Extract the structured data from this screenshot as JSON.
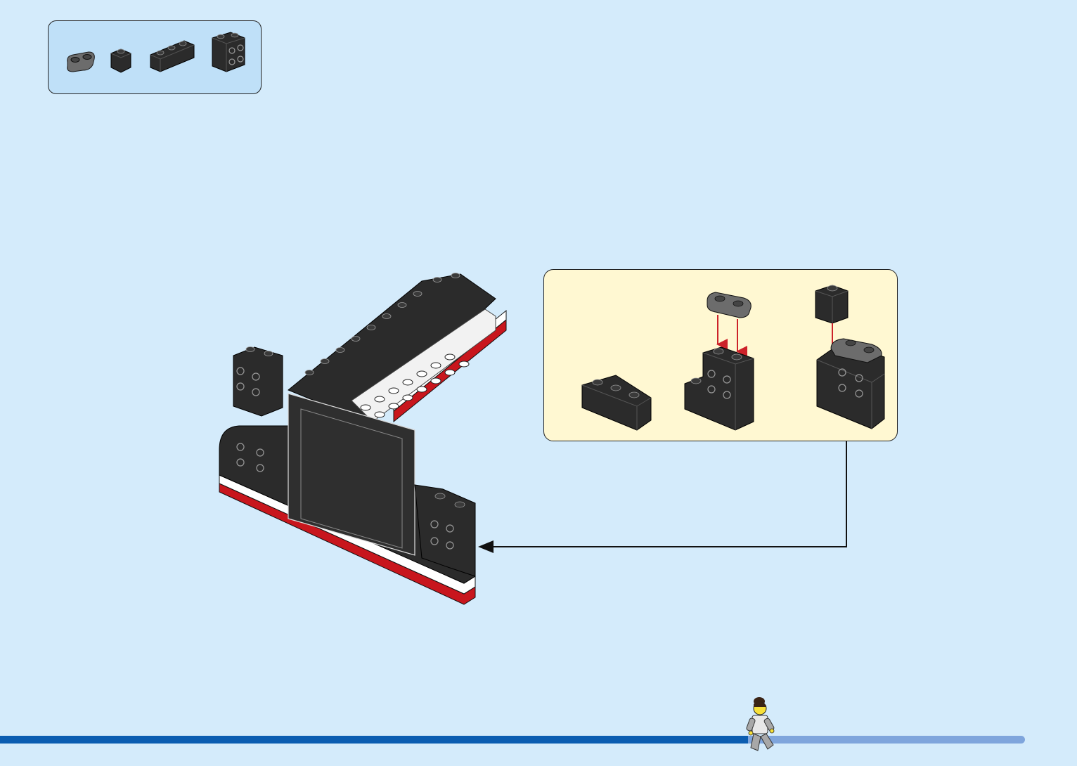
{
  "page": {
    "background_color": "#d4ebfb",
    "parts_box_color": "#bfe0f8",
    "subassembly_box_color": "#fff8d2",
    "arrow_color": "#cc2229"
  },
  "parts_list": [
    {
      "name": "plate-1x2-rounded",
      "color": "#6c6c6c"
    },
    {
      "name": "brick-1x1",
      "color": "#2b2b2b"
    },
    {
      "name": "brick-1x3",
      "color": "#2b2b2b"
    },
    {
      "name": "brick-with-studs-on-side",
      "color": "#2b2b2b"
    }
  ],
  "progress": {
    "fraction": 0.73,
    "fill_color": "#0b5db1",
    "track_color": "#7fa5dc"
  },
  "minifig": {
    "name": "walking-minifigure-icon"
  }
}
